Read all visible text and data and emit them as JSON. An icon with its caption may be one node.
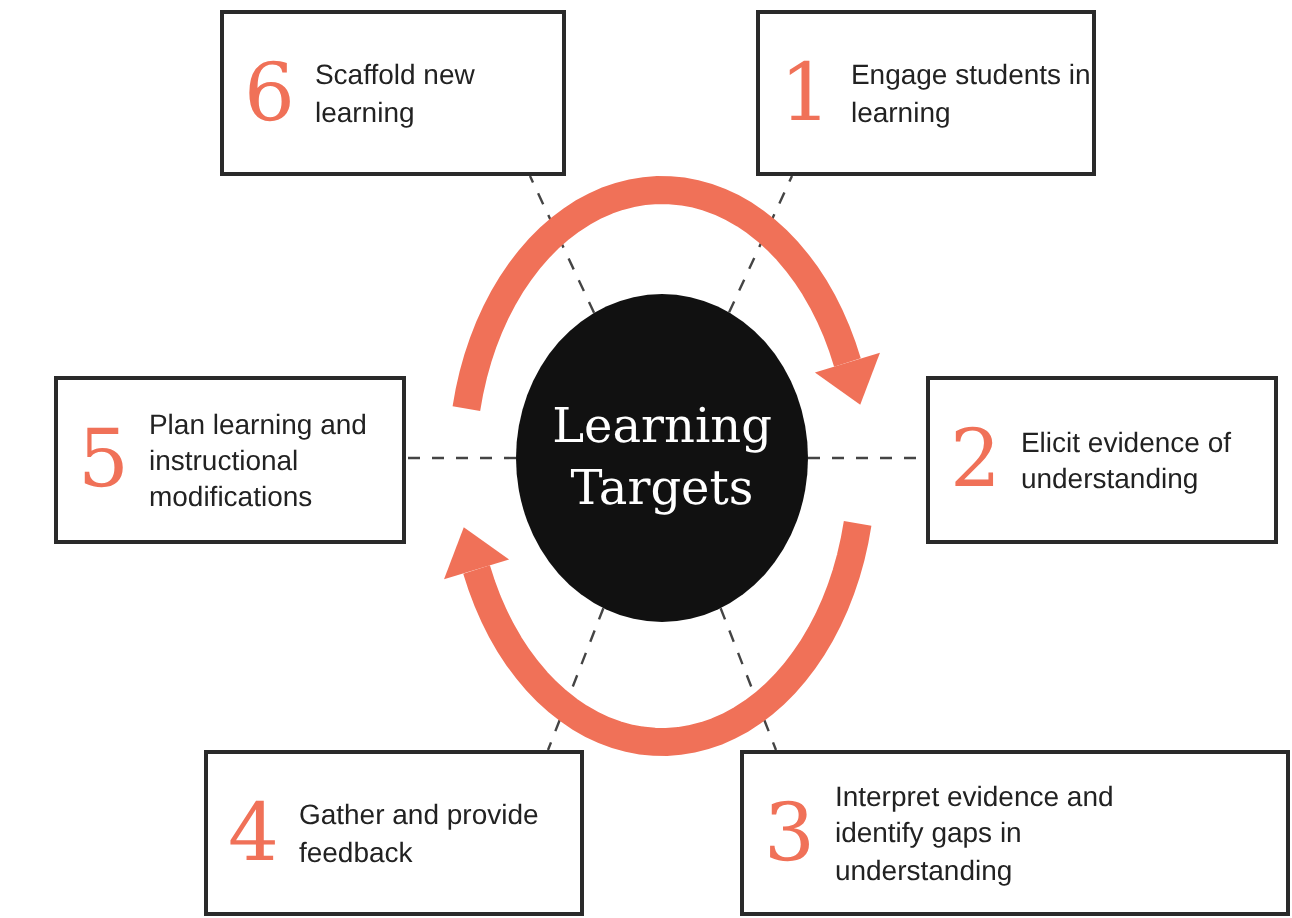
{
  "diagram": {
    "nodes": [
      {
        "text": [
          "Learning Targets"
        ]
      },
      {
        "text": [
          "6",
          "Scaffold new learning"
        ]
      },
      {
        "text": [
          "1",
          "Engage students in learning"
        ]
      },
      {
        "text": [
          "5",
          "Plan learning and instructional modifications"
        ]
      },
      {
        "text": [
          "2",
          "Elicit evidence of understanding"
        ]
      },
      {
        "text": [
          "4",
          "Gather and provide feedback"
        ]
      },
      {
        "text": [
          "3",
          "Interpret evidence and identify gaps in understanding"
        ]
      }
    ],
    "edges": [
      {
        "from": 0,
        "to": 1,
        "arrow": "none",
        "style": "dashed"
      },
      {
        "from": 0,
        "to": 2,
        "arrow": "none",
        "style": "dashed"
      },
      {
        "from": 0,
        "to": 3,
        "arrow": "none",
        "style": "dashed"
      },
      {
        "from": 0,
        "to": 4,
        "arrow": "none",
        "style": "dashed"
      },
      {
        "from": 0,
        "to": 5,
        "arrow": "none",
        "style": "dashed"
      },
      {
        "from": 0,
        "to": 6,
        "arrow": "none",
        "style": "dashed"
      }
    ]
  }
}
